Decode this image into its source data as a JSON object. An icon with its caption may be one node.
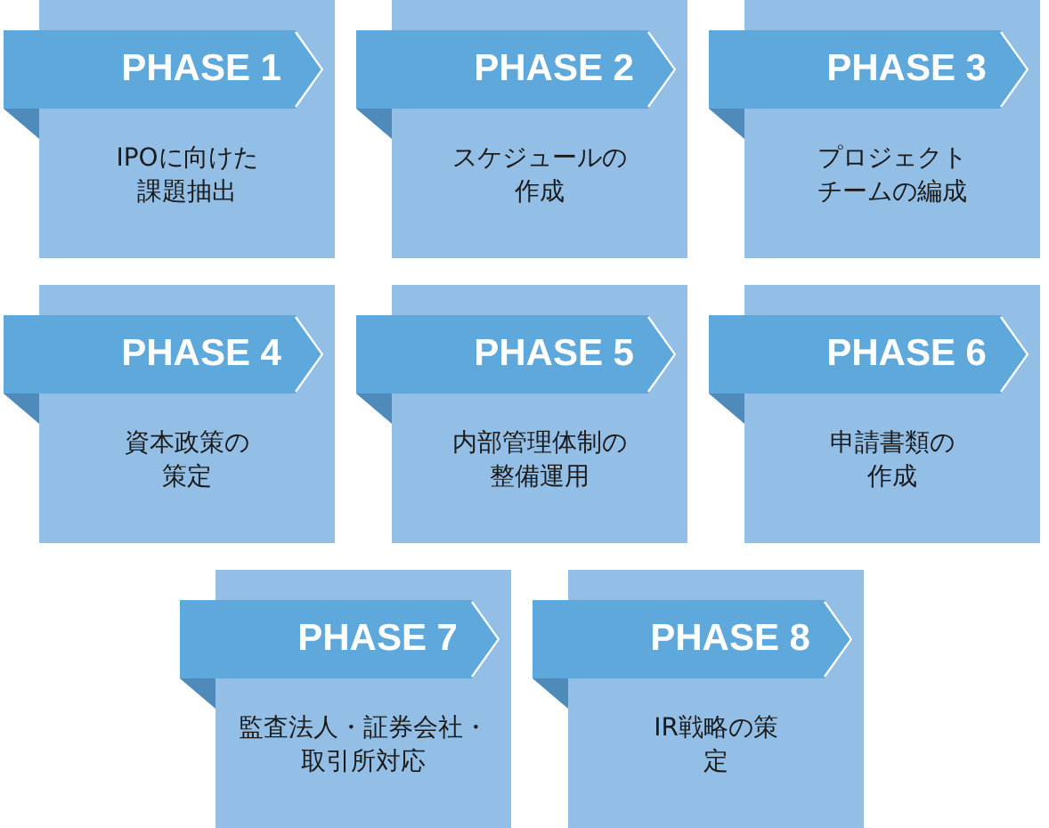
{
  "diagram": {
    "nodes": [
      {
        "text": [
          "PHASE 1",
          "IPOに向けた課題抽出"
        ]
      },
      {
        "text": [
          "PHASE 2",
          "スケジュールの作成"
        ]
      },
      {
        "text": [
          "PHASE 3",
          "プロジェクトチームの編成"
        ]
      },
      {
        "text": [
          "PHASE 4",
          "資本政策の策定"
        ]
      },
      {
        "text": [
          "PHASE 5",
          "内部管理体制の整備運用"
        ]
      },
      {
        "text": [
          "PHASE 6",
          "申請書類の作成"
        ]
      },
      {
        "text": [
          "PHASE 7",
          "監査法人・証券会社・取引所対応"
        ]
      },
      {
        "text": [
          "PHASE 8",
          "IR戦略の策定"
        ]
      }
    ]
  }
}
